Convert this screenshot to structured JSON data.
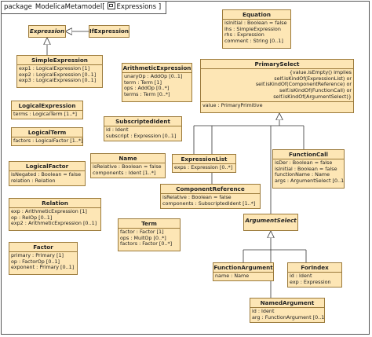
{
  "package": {
    "keyword": "package",
    "path": "ModelicaMetamodel[",
    "icon": "diagram-icon",
    "diagram_name": "Expressions",
    "close": "]"
  },
  "colors": {
    "class_fill": "#fde6b5",
    "class_border": "#9b7a3b",
    "frame": "#555555"
  },
  "classes": {
    "expression": {
      "name": "Expression",
      "attrs": []
    },
    "ifexpression": {
      "name": "IfExpression",
      "attrs": []
    },
    "simpleexpression": {
      "name": "SimpleExpression",
      "attrs": [
        "exp1 : LogicalExpression [1]",
        "exp2 : LogicalExpression [0..1]",
        "exp3 : LogicalExpression [0..1]"
      ]
    },
    "arithmeticexpression": {
      "name": "ArithmeticExpression",
      "attrs": [
        "unaryOp : AddOp [0..1]",
        "term : Term [1]",
        "ops : AddOp [0..*]",
        "terms : Term [0..*]"
      ]
    },
    "equation": {
      "name": "Equation",
      "attrs": [
        "isInitial : Boolean = false",
        "lhs : SimpleExpression",
        "rhs : Expression",
        "comment : String [0..1]"
      ]
    },
    "logicalexpression": {
      "name": "LogicalExpression",
      "attrs": [
        "terms : LogicalTerm [1..*]"
      ]
    },
    "logicalterm": {
      "name": "LogicalTerm",
      "attrs": [
        "factors : LogicalFactor [1..*]"
      ]
    },
    "logicalfactor": {
      "name": "LogicalFactor",
      "attrs": [
        "isNegated : Boolean = false",
        "relation : Relation"
      ]
    },
    "relation": {
      "name": "Relation",
      "attrs": [
        "exp : ArithmeticExpression [1]",
        "op : RelOp [0..1]",
        "exp2 : ArithmeticExpression [0..1]"
      ]
    },
    "factor": {
      "name": "Factor",
      "attrs": [
        "primary : Primary [1]",
        "op : FactorOp [0..1]",
        "exponent : Primary [0..1]"
      ]
    },
    "primaryselect": {
      "name": "PrimarySelect",
      "constraint": [
        "{value.isEmpty() implies",
        "self.isKindOf(ExpressionList) or",
        "self.isKindOf(ComponentReference) or",
        "self.isKindOf(FunctionCall) or",
        "self.isKindOf(ArgumentSelect)}"
      ],
      "attrs": [
        "value : PrimaryPrimitive"
      ]
    },
    "subscriptedident": {
      "name": "SubscriptedIdent",
      "attrs": [
        "id : Ident",
        "subscript : Expression [0..1]"
      ]
    },
    "name": {
      "name": "Name",
      "attrs": [
        "isRelative : Boolean = false",
        "components : Ident [1..*]"
      ]
    },
    "expressionlist": {
      "name": "ExpressionList",
      "attrs": [
        "exps : Expression [0..*]"
      ]
    },
    "functioncall": {
      "name": "FunctionCall",
      "attrs": [
        "isDer : Boolean = false",
        "isInitial : Boolean = false",
        "functionName : Name",
        "args : ArgumentSelect [0..1]"
      ]
    },
    "componentreference": {
      "name": "ComponentReference",
      "attrs": [
        "isRelative : Boolean = false",
        "components : SubscriptedIdent [1..*]"
      ]
    },
    "argumentselect": {
      "name": "ArgumentSelect",
      "attrs": []
    },
    "term": {
      "name": "Term",
      "attrs": [
        "factor : Factor [1]",
        "ops : MultOp [0..*]",
        "factors : Factor [0..*]"
      ]
    },
    "functionargument": {
      "name": "FunctionArgument",
      "attrs": [
        "name : Name"
      ]
    },
    "forindex": {
      "name": "ForIndex",
      "attrs": [
        "id : Ident",
        "exp : Expression"
      ]
    },
    "namedargument": {
      "name": "NamedArgument",
      "attrs": [
        "id : Ident",
        "arg : FunctionArgument [0..1]"
      ]
    }
  }
}
